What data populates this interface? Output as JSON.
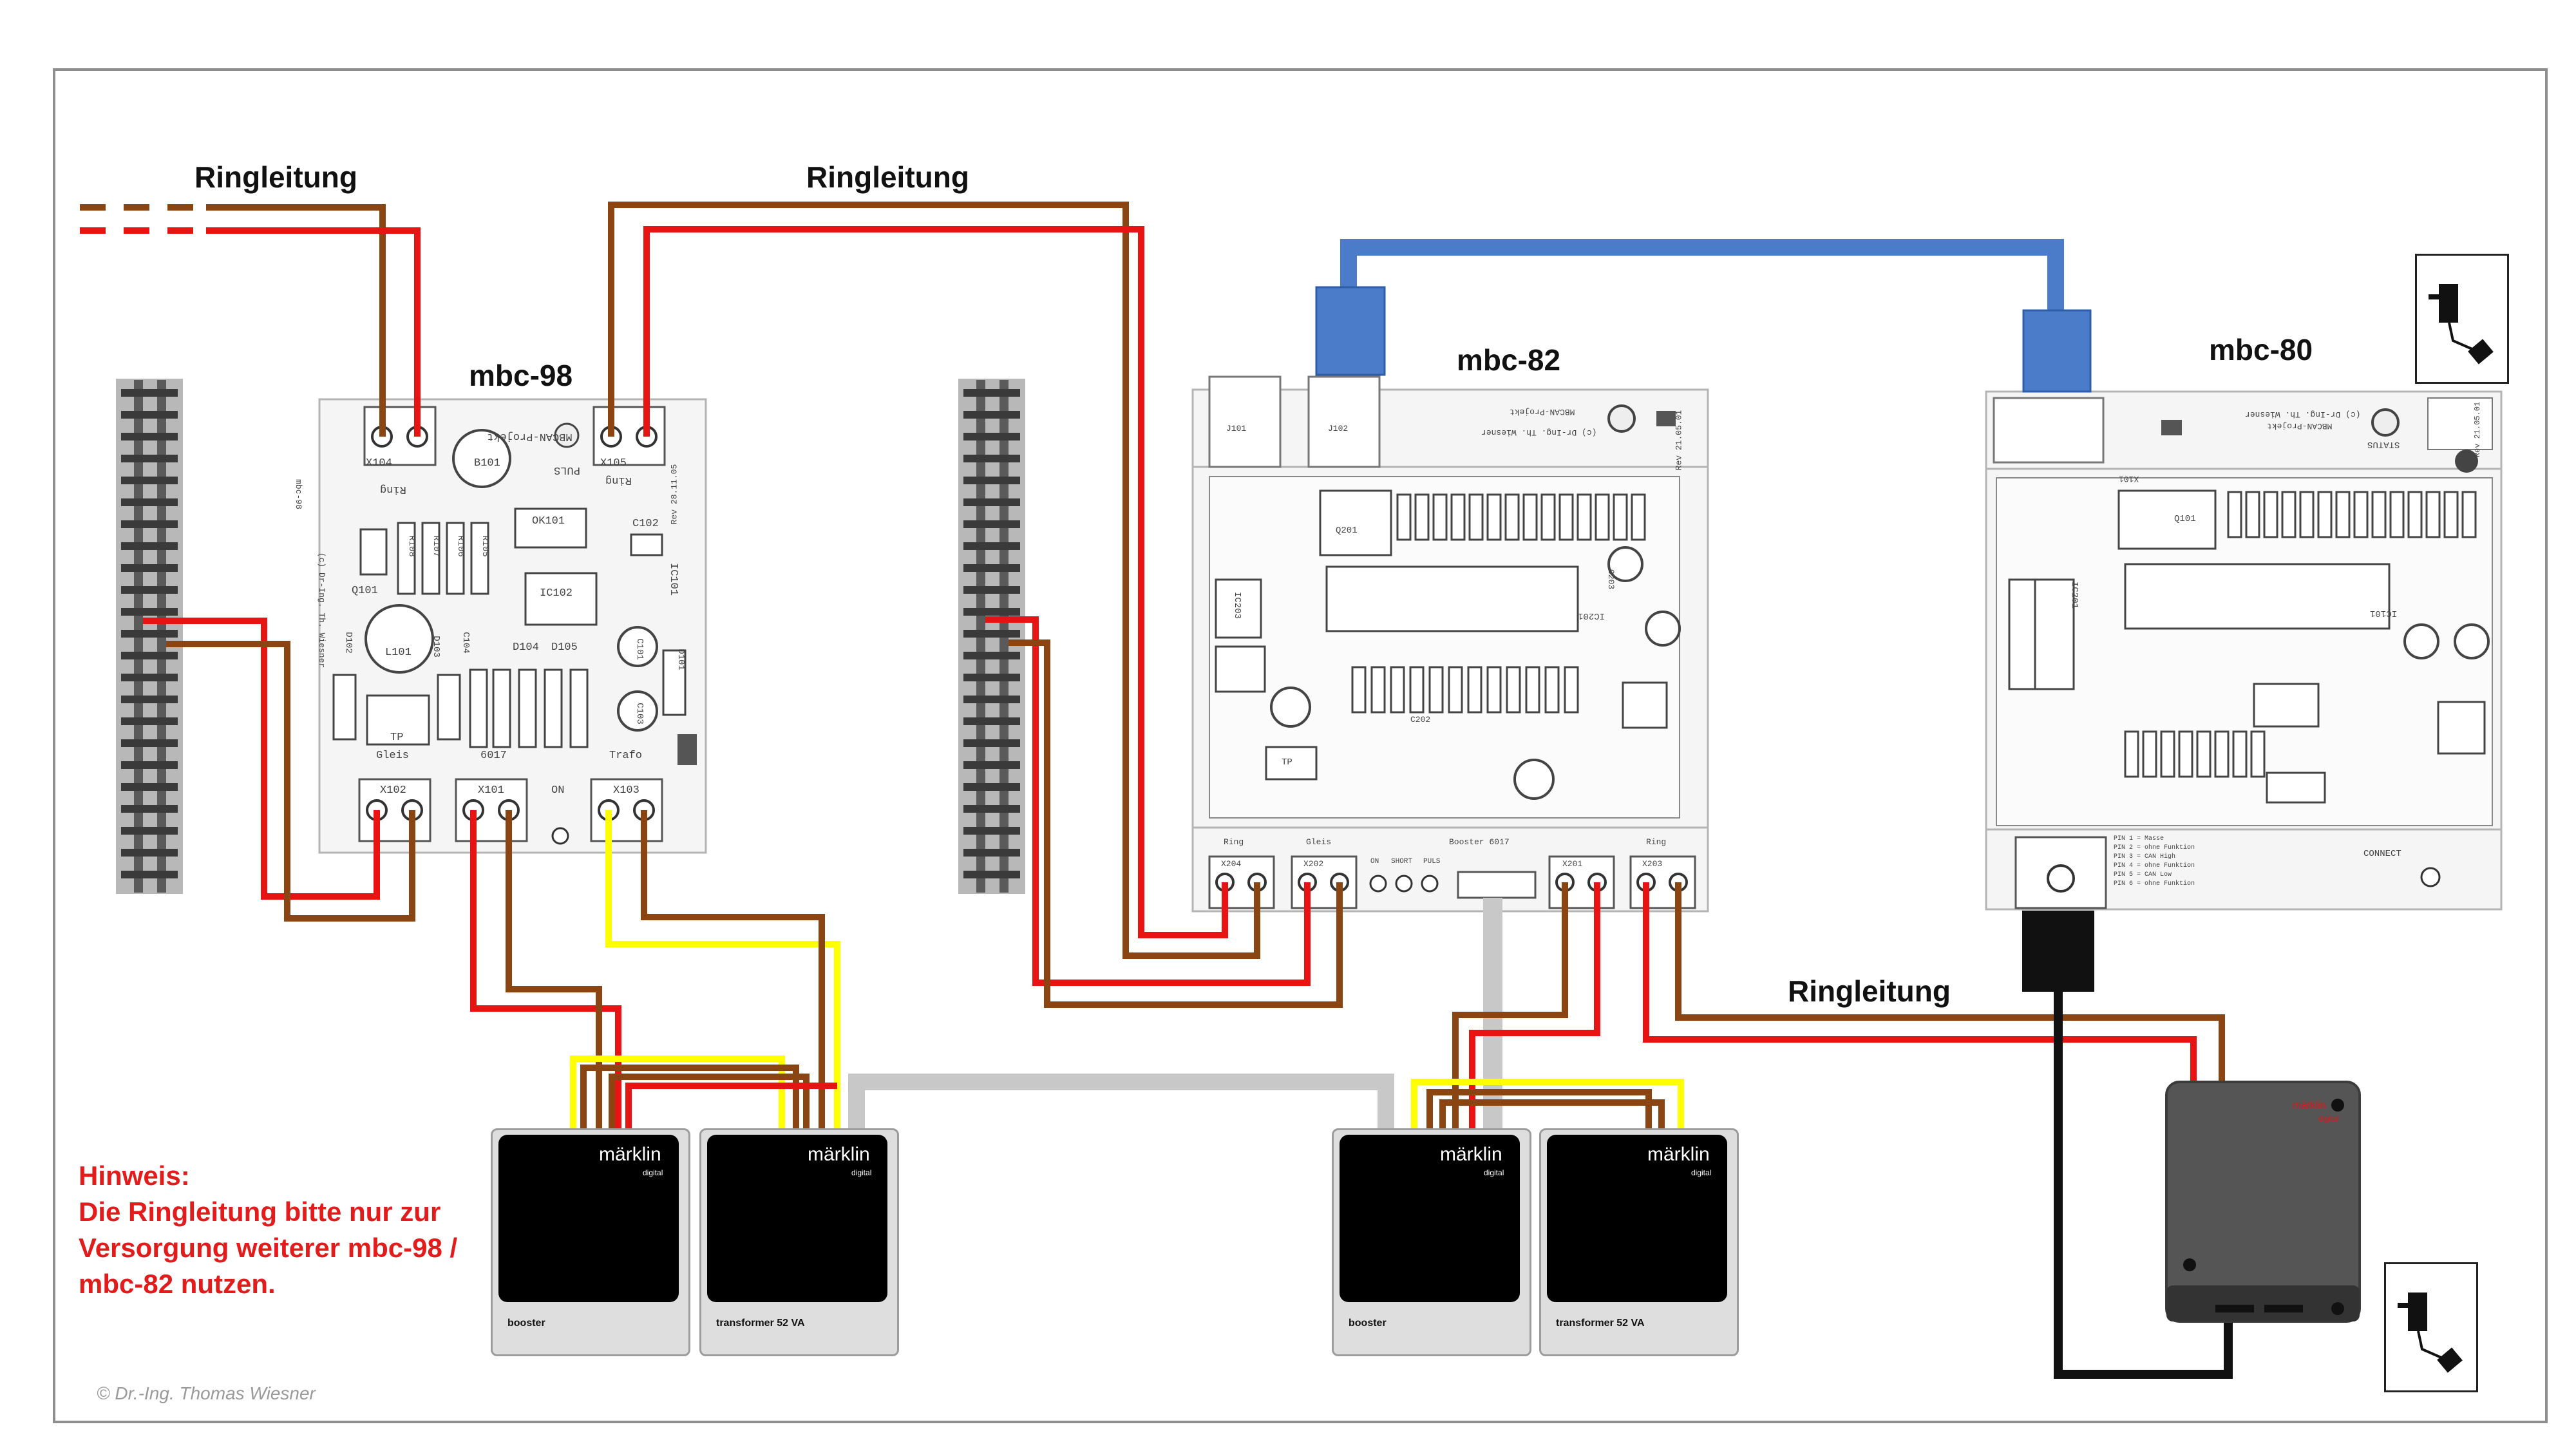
{
  "labels": {
    "ring_left": "Ringleitung",
    "ring_middle": "Ringleitung",
    "ring_right": "Ringleitung",
    "mbc98": "mbc-98",
    "mbc82": "mbc-82",
    "mbc80": "mbc-80"
  },
  "hint": {
    "line1": "Hinweis:",
    "line2": "Die Ringleitung bitte nur zur",
    "line3": "Versorgung weiterer mbc-98 /",
    "line4": "mbc-82 nutzen."
  },
  "copyright": "© Dr.-Ing. Thomas Wiesner",
  "pcb98": {
    "x104": "X104",
    "x105": "X105",
    "x102": "X102",
    "x101": "X101",
    "x103": "X103",
    "ring1": "Ring",
    "ring2": "Ring",
    "gleis": "Gleis",
    "m6017": "6017",
    "trafo": "Trafo",
    "b101": "B101",
    "ok101": "OK101",
    "ic102": "IC102",
    "c102": "C102",
    "ic101": "IC101",
    "l101": "L101",
    "q101": "Q101",
    "puls": "PULS",
    "on": "ON",
    "tp": "TP",
    "d104": "D104",
    "d105": "D105",
    "d102": "D102",
    "d103": "D103",
    "d101": "D101",
    "r108": "R108",
    "r107": "R107",
    "r106": "R106",
    "r105": "R105",
    "c103": "C103",
    "c101": "C101",
    "c104": "C104",
    "side": "(c) Dr-Ing. Th. Wiesner",
    "title": "MBCAN-Projekt",
    "vendor": "mbc-98",
    "date": "Rev 28.11.05"
  },
  "pcb82": {
    "x201": "X201",
    "x202": "X202",
    "x203": "X203",
    "x204": "X204",
    "ring1": "Ring",
    "gleis": "Gleis",
    "booster": "Booster 6017",
    "ring2": "Ring",
    "on": "ON",
    "short": "SHORT",
    "puls": "PULS",
    "ic201": "IC201",
    "ic203": "IC203",
    "q201": "Q201",
    "tp": "TP",
    "c203": "C203",
    "c202": "C202",
    "header": "MBCAN-Projekt",
    "credit": "(c) Dr-Ing. Th. Wiesner",
    "rev": "Rev 21.05.01",
    "j101": "J101",
    "j102": "J102"
  },
  "pcb80": {
    "x101": "X101",
    "ic201": "IC201",
    "ic101": "IC101",
    "q101": "Q101",
    "status": "STATUS",
    "connect": "CONNECT",
    "header": "MBCAN-Projekt",
    "credit": "(c) Dr-Ing. Th. Wiesner",
    "rev": "Rev 21.05.01",
    "pins": [
      "PIN 1 = Masse",
      "PIN 2 = ohne Funktion",
      "PIN 3 = CAN High",
      "PIN 4 = ohne Funktion",
      "PIN 5 = CAN Low",
      "PIN 6 = ohne Funktion"
    ]
  },
  "devices": {
    "brand": "märklin",
    "sub": "digital",
    "booster": "booster",
    "transformer": "transformer 52 VA",
    "psu_brand": "märklin",
    "psu_sub": "digital"
  },
  "colors": {
    "brown": "#8b4513",
    "red": "#e81313",
    "yellow": "#ffff00",
    "blue": "#4a7cc9",
    "gray": "#c8c8c8",
    "black": "#111111"
  }
}
